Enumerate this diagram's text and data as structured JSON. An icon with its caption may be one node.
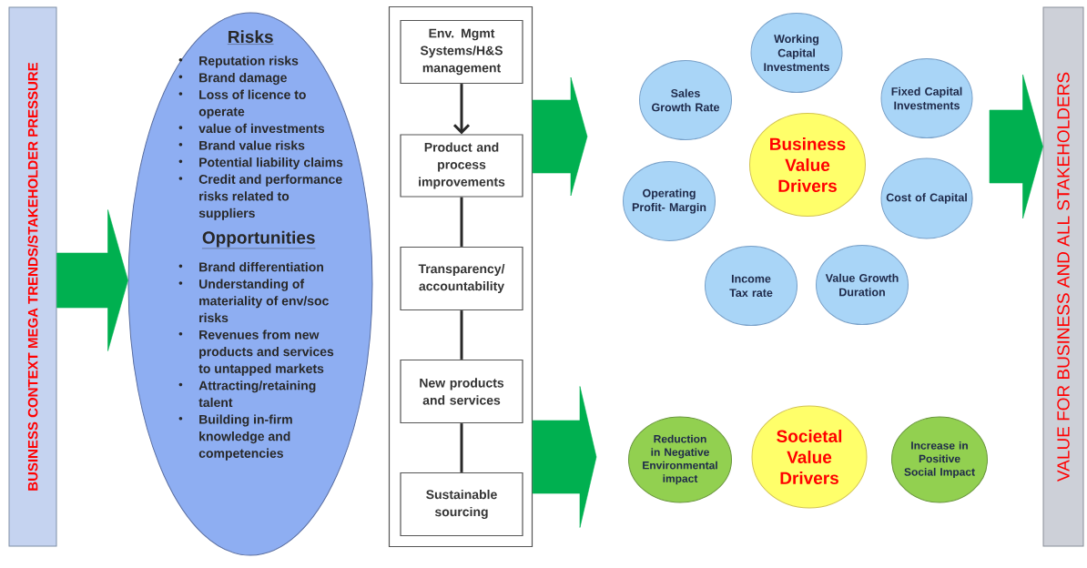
{
  "diagram": {
    "nodes": [
      {
        "text": [
          "BUSINESS CONTEXT MEGA TRENDS/STAKEHOLDER PRESSURE"
        ]
      },
      {
        "text": [
          "Risks",
          "Reputation risks",
          "Brand damage",
          "Loss of licence to operate",
          "value of investments",
          "Brand value risks",
          "Potential liability claims",
          "Credit and performance risks related to suppliers",
          "Opportunities",
          "Brand differentiation",
          "Understanding of materiality of env/soc risks",
          "Revenues from new products and services to untapped markets",
          "Attracting/retaining talent",
          "Building in-firm knowledge and competencies"
        ]
      },
      {
        "text": [],
        "shape": "box"
      },
      {
        "text": [
          "Env. Mgmt Systems/H&S management"
        ],
        "in": 2
      },
      {
        "text": [
          "Product and process improvements"
        ],
        "in": 2
      },
      {
        "text": [
          "Transparency/ accountability"
        ],
        "in": 2
      },
      {
        "text": [
          "New products and services"
        ],
        "in": 2
      },
      {
        "text": [
          "Sustainable sourcing"
        ],
        "in": 2
      },
      {
        "text": [
          "Working Capital Investments"
        ]
      },
      {
        "text": [
          "Sales Growth Rate"
        ]
      },
      {
        "text": [
          "Fixed Capital Investments"
        ]
      },
      {
        "text": [
          "Business Value Drivers"
        ]
      },
      {
        "text": [
          "Operating Profit- Margin"
        ]
      },
      {
        "text": [
          "Cost of Capital"
        ]
      },
      {
        "text": [
          "Income Tax rate"
        ]
      },
      {
        "text": [
          "Value Growth Duration"
        ]
      },
      {
        "text": [
          "Reduction in Negative Environmental impact"
        ]
      },
      {
        "text": [
          "Societal Value Drivers"
        ]
      },
      {
        "text": [
          "Increase in Positive Social Impact"
        ]
      },
      {
        "text": [
          "VALUE FOR BUSINESS AND ALL STAKEHOLDERS"
        ]
      }
    ],
    "edges": [
      {
        "from": 0,
        "to": 1,
        "arrow": "to",
        "style": "thick",
        "color": "#00b050"
      },
      {
        "from": 3,
        "to": 4,
        "arrow": "to",
        "color": "#282828"
      },
      {
        "from": 4,
        "to": 5,
        "arrow": "none",
        "color": "#282828"
      },
      {
        "from": 5,
        "to": 6,
        "arrow": "none",
        "color": "#282828"
      },
      {
        "from": 6,
        "to": 7,
        "arrow": "none",
        "color": "#282828"
      },
      {
        "from": 2,
        "to": null,
        "arrow": "to",
        "style": "thick",
        "color": "#00b050"
      },
      {
        "from": 2,
        "to": null,
        "arrow": "to",
        "style": "thick",
        "color": "#00b050"
      },
      {
        "from": null,
        "to": 19,
        "arrow": "to",
        "style": "thick",
        "color": "#00b050"
      }
    ]
  }
}
